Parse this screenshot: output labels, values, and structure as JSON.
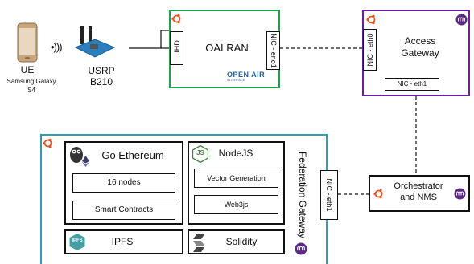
{
  "ue": {
    "label": "UE",
    "device_line1": "Samsung Galaxy",
    "device_line2": "S4"
  },
  "usrp": {
    "line1": "USRP",
    "line2": "B210"
  },
  "oai": {
    "uhd": "UHD",
    "title": "OAI RAN",
    "nic": "NIC - eno1",
    "logo_text": "OPEN AIR",
    "logo_sub": "INTERFACE",
    "border_color": "#1aa34a"
  },
  "access_gateway": {
    "nic_left": "NIC - eth0",
    "title_line1": "Access",
    "title_line2": "Gateway",
    "nic_bottom": "NIC - eth1",
    "border_color": "#6a1fa3"
  },
  "orchestrator": {
    "nic": "NIC - eth1",
    "title_line1": "Orchestrator",
    "title_line2": "and NMS"
  },
  "federation": {
    "title": "Federation Gateway",
    "border_color": "#2a9fb5"
  },
  "go_ethereum": {
    "title": "Go Ethereum",
    "nodes": "16 nodes",
    "contracts": "Smart Contracts"
  },
  "nodejs": {
    "logo": "JS",
    "title": "NodeJS",
    "vector": "Vector Generation",
    "web3": "Web3js"
  },
  "ipfs": {
    "logo": "IPFS",
    "title": "IPFS"
  },
  "solidity": {
    "title": "Solidity"
  },
  "colors": {
    "ubuntu": "#e95420",
    "magma": "#5b2a86",
    "node_green": "#3c873a",
    "ipfs_teal": "#469ea2"
  }
}
